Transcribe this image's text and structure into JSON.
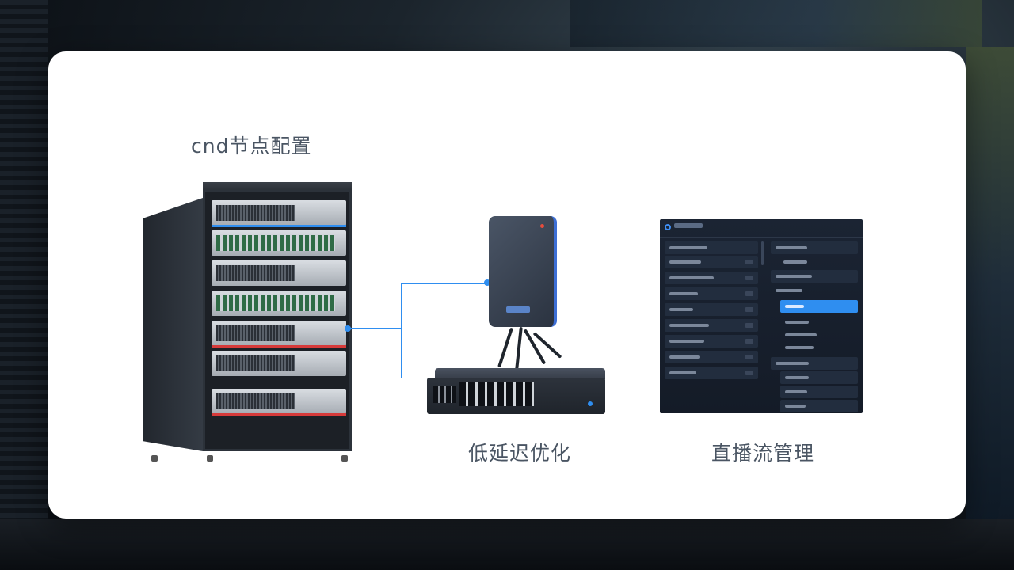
{
  "captions": {
    "cdn": "cnd节点配置",
    "latency": "低延迟优化",
    "live": "直播流管理"
  },
  "colors": {
    "accent": "#2f8ef0",
    "caption": "#4a5563",
    "card": "#ffffff"
  },
  "illustrations": {
    "rack": "server-rack-icon",
    "router": "router-icon",
    "switch": "network-switch-icon",
    "panel": "stream-management-panel"
  }
}
